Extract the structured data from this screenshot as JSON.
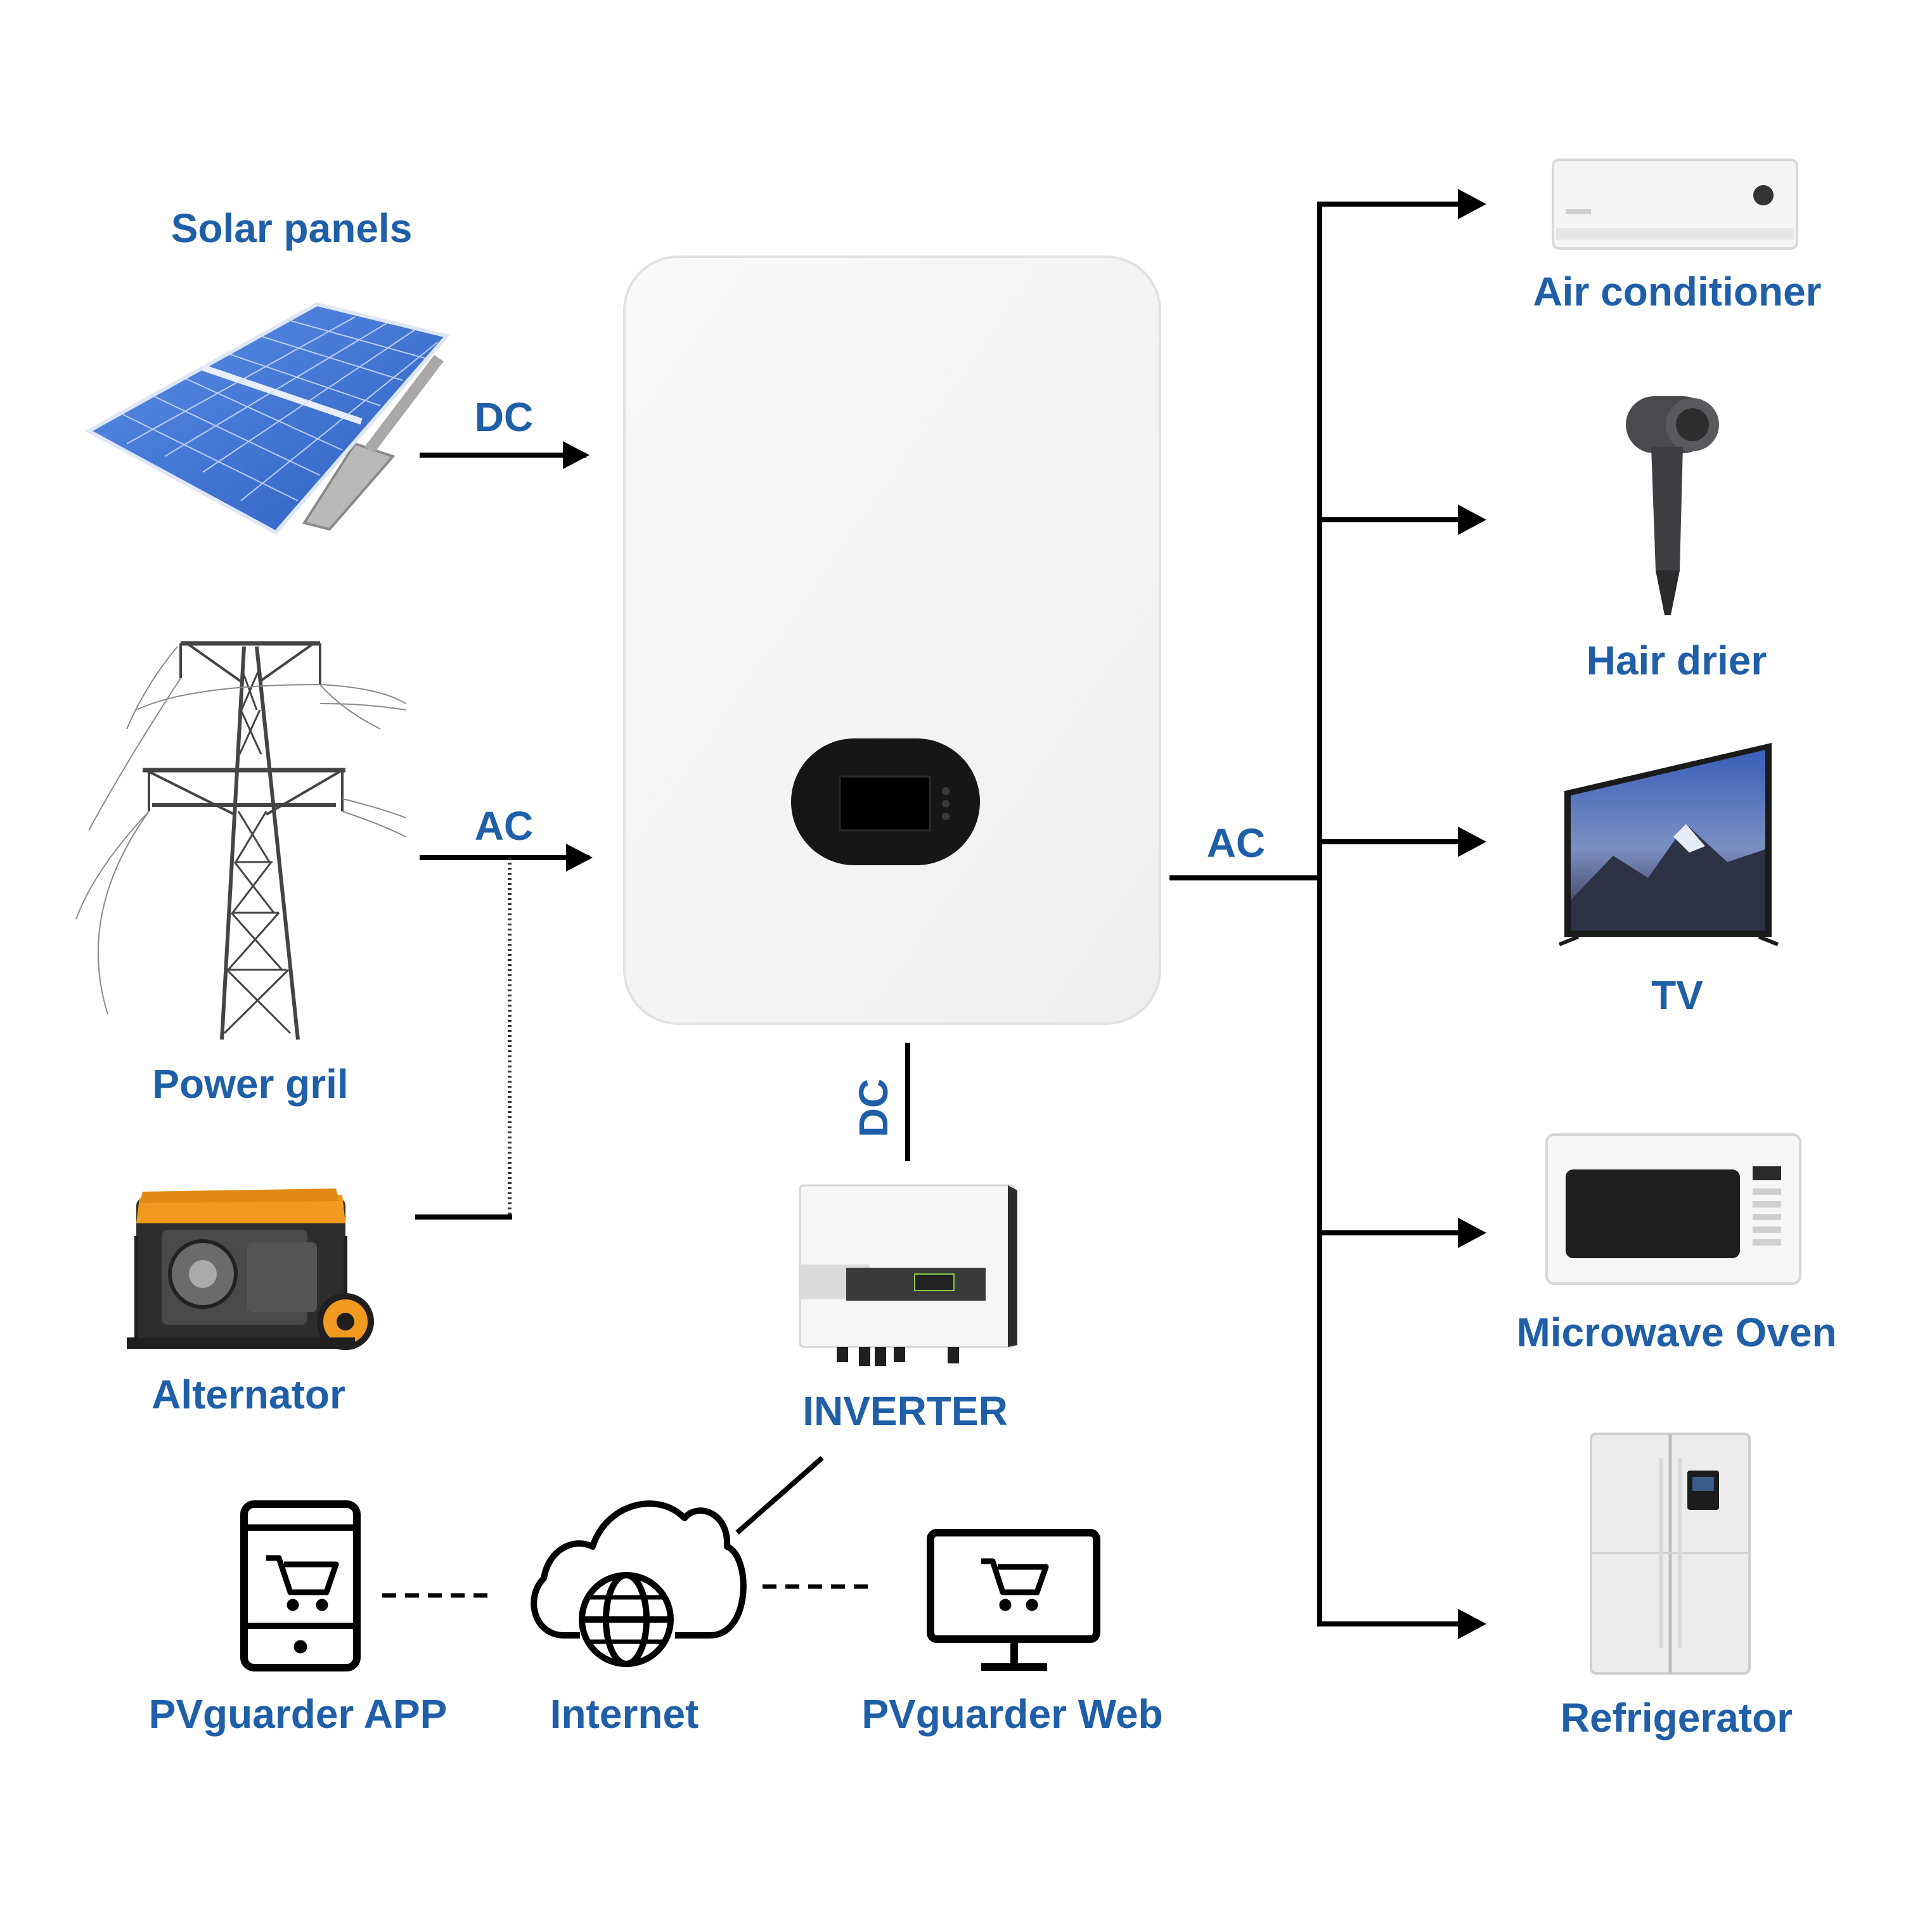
{
  "colors": {
    "label": "#1f5fa8",
    "line": "#000000",
    "panel_blue": "#3b73d6",
    "device_white": "#f4f4f4",
    "generator_orange": "#f29a1f"
  },
  "sources": {
    "solar": "Solar panels",
    "grid": "Power gril",
    "alternator": "Alternator"
  },
  "connections": {
    "solar_to_battery": "DC",
    "grid_to_battery": "AC",
    "battery_to_loads": "AC",
    "battery_to_inverter": "DC"
  },
  "inverter": {
    "label": "INVERTER"
  },
  "monitoring": {
    "app": "PVguarder APP",
    "internet": "Internet",
    "web": "PVguarder Web"
  },
  "loads": [
    {
      "id": "air-conditioner",
      "label": "Air conditioner",
      "icon": "air-conditioner-icon"
    },
    {
      "id": "hair-drier",
      "label": "Hair drier",
      "icon": "hair-drier-icon"
    },
    {
      "id": "tv",
      "label": "TV",
      "icon": "tv-icon"
    },
    {
      "id": "microwave-oven",
      "label": "Microwave Oven",
      "icon": "microwave-icon"
    },
    {
      "id": "refrigerator",
      "label": "Refrigerator",
      "icon": "refrigerator-icon"
    }
  ]
}
